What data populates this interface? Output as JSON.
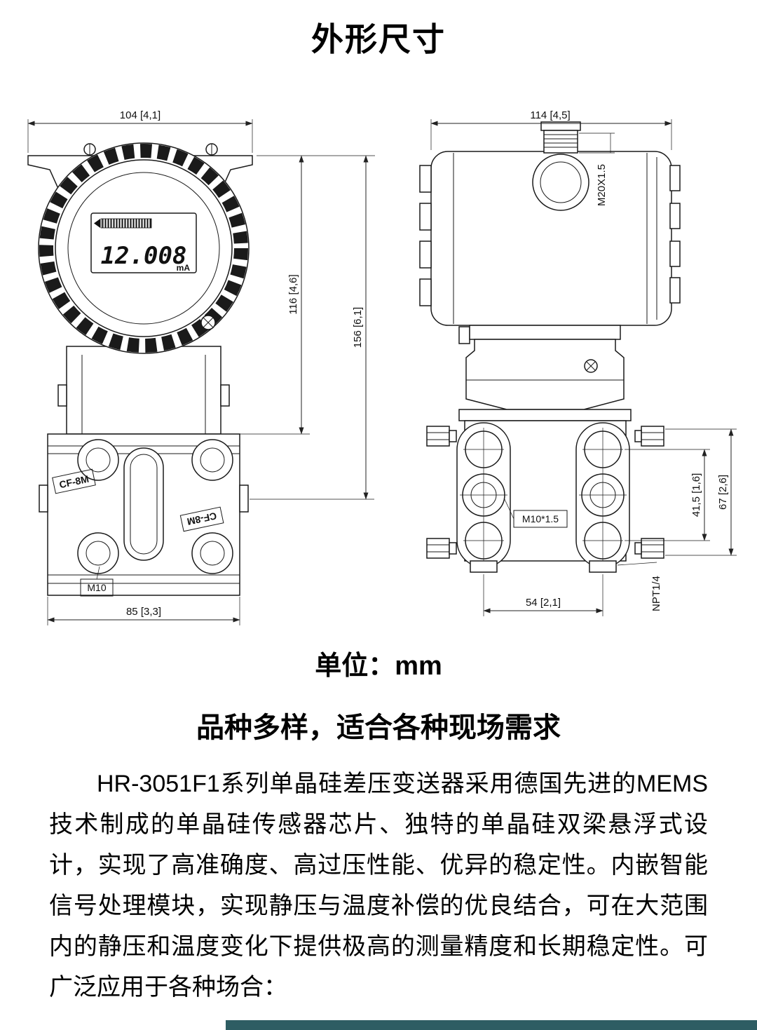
{
  "page": {
    "title": "外形尺寸",
    "unit_label": "单位：mm",
    "section_heading": "品种多样，适合各种现场需求",
    "paragraph": "HR-3051F1系列单晶硅差压变送器采用德国先进的MEMS技术制成的单晶硅传感器芯片、独特的单晶硅双梁悬浮式设计，实现了高准确度、高过压性能、优异的稳定性。内嵌智能信号处理模块，实现静压与温度补偿的优良结合，可在大范围内的静压和温度变化下提供极高的测量精度和长期稳定性。可广泛应用于各种场合："
  },
  "front_view": {
    "dim_top_width": "104 [4,1]",
    "dim_display_height": "116 [4,6]",
    "dim_total_height": "156 [6,1]",
    "dim_bottom_width": "85 [3,3]",
    "label_bolt": "M10",
    "label_flange_left": "CF-8M",
    "label_flange_right": "CF-8M",
    "lcd_value": "12.008",
    "lcd_unit": "mA"
  },
  "side_view": {
    "dim_top_width": "114 [4,5]",
    "label_conduit": "M20X1.5",
    "dim_bolt_span": "41,5 [1,6]",
    "dim_flange_height": "67 [2,6]",
    "label_vent": "M10*1.5",
    "dim_port_span": "54 [2,1]",
    "label_process_conn": "NPT1/4"
  },
  "colors": {
    "line": "#1a1a1a",
    "bottom_bar": "#2e5d63"
  }
}
